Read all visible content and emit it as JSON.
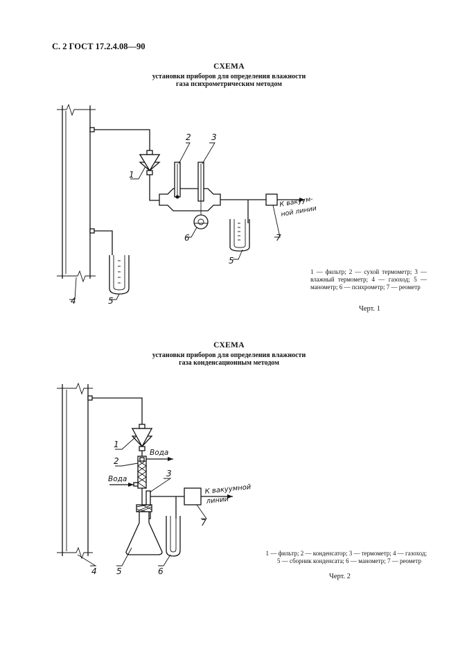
{
  "header": "С. 2 ГОСТ 17.2.4.08—90",
  "scheme1": {
    "title": "СХЕМА",
    "subtitle1": "установки приборов для определения влажности",
    "subtitle2": "газа психрометрическим методом",
    "labels": {
      "n1": "1",
      "n2": "2",
      "n3": "3",
      "n4": "4",
      "n5a": "5",
      "n5b": "5",
      "n6": "6",
      "n7": "7"
    },
    "vac_line1": "К вакуум-",
    "vac_line2": "ной линии",
    "legend": "1 — фильтр;   2 — сухой термометр; 3 — влажный термометр; 4 — газоход; 5 — манометр; 6 — психрометр; 7 — реометр",
    "caption": "Черт. 1"
  },
  "scheme2": {
    "title": "СХЕМА",
    "subtitle1": "установки приборов для определения влажности",
    "subtitle2": "газа конденсационным методом",
    "labels": {
      "n1": "1",
      "n2": "2",
      "n3": "3",
      "n4": "4",
      "n5": "5",
      "n6": "6",
      "n7": "7"
    },
    "water_out": "Вода",
    "water_in": "Вода",
    "vac_line1": "К вакуумной",
    "vac_line2": "линии",
    "legend_line1": "1 — фильтр; 2 — конденсатор; 3 — термометр; 4 — газоход;",
    "legend_line2": "5 — сборник конденсата; 6 — манометр; 7 — реометр",
    "caption": "Черт. 2"
  }
}
